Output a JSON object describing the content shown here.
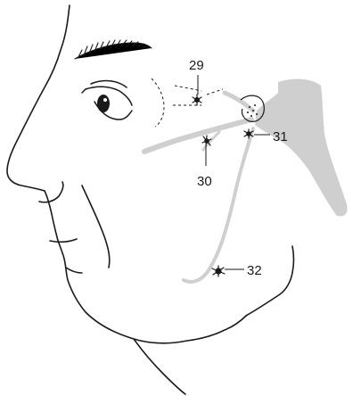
{
  "colors": {
    "line": "#1a1a1a",
    "nerve": "#cfcfcf",
    "background": "#ffffff"
  },
  "callouts": [
    {
      "id": "29",
      "label": "29"
    },
    {
      "id": "30",
      "label": "30"
    },
    {
      "id": "31",
      "label": "31"
    },
    {
      "id": "32",
      "label": "32"
    }
  ]
}
